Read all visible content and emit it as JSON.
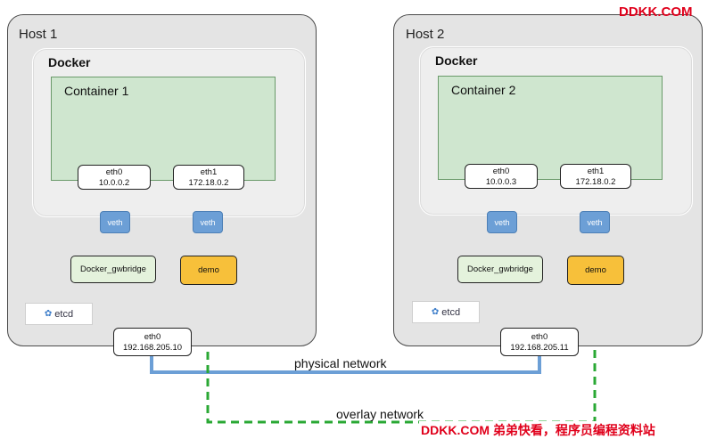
{
  "hosts": [
    {
      "title": "Host 1",
      "docker_label": "Docker",
      "container_label": "Container 1",
      "eth0": {
        "name": "eth0",
        "ip": "10.0.0.2"
      },
      "eth1": {
        "name": "eth1",
        "ip": "172.18.0.2"
      },
      "veth_label": "veth",
      "gwbridge_label": "Docker_gwbridge",
      "demo_label": "demo",
      "etcd_label": "etcd",
      "host_eth": {
        "name": "eth0",
        "ip": "192.168.205.10"
      }
    },
    {
      "title": "Host 2",
      "docker_label": "Docker",
      "container_label": "Container 2",
      "eth0": {
        "name": "eth0",
        "ip": "10.0.0.3"
      },
      "eth1": {
        "name": "eth1",
        "ip": "172.18.0.2"
      },
      "veth_label": "veth",
      "gwbridge_label": "Docker_gwbridge",
      "demo_label": "demo",
      "etcd_label": "etcd",
      "host_eth": {
        "name": "eth0",
        "ip": "192.168.205.11"
      }
    }
  ],
  "networks": {
    "physical_label": "physical network",
    "overlay_label": "overlay network"
  },
  "colors": {
    "physical_line": "#6c9fd6",
    "overlay_line": "#2aa834",
    "demo_fill": "#f7c03a",
    "container_fill": "#cfe6cf"
  },
  "watermarks": {
    "top_right": "DDKK.COM",
    "bottom": "DDKK.COM 弟弟快看，程序员编程资料站"
  }
}
